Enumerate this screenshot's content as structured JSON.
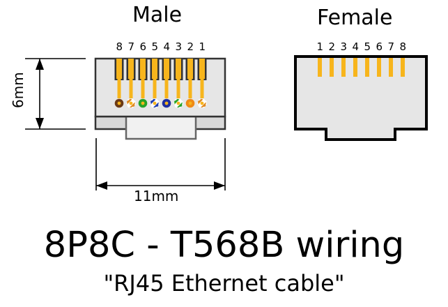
{
  "male": {
    "title": "Male",
    "pin_labels": [
      "8",
      "7",
      "6",
      "5",
      "4",
      "3",
      "2",
      "1"
    ],
    "height_label": "6mm",
    "width_label": "11mm",
    "wire_colors": [
      {
        "base": "#6b3a16",
        "stripe": null
      },
      {
        "base": "#ffffff",
        "stripe": "#e08a20"
      },
      {
        "base": "#27a327",
        "stripe": null
      },
      {
        "base": "#ffffff",
        "stripe": "#1f3fb0"
      },
      {
        "base": "#1f2f9e",
        "stripe": null
      },
      {
        "base": "#ffffff",
        "stripe": "#27a327"
      },
      {
        "base": "#f08a14",
        "stripe": null
      },
      {
        "base": "#ffffff",
        "stripe": "#e08a20"
      }
    ]
  },
  "female": {
    "title": "Female",
    "pin_labels": [
      "1",
      "2",
      "3",
      "4",
      "5",
      "6",
      "7",
      "8"
    ]
  },
  "title": "8P8C - T568B wiring",
  "subtitle": "\"RJ45 Ethernet cable\"",
  "colors": {
    "contact": "#f7b51c",
    "body_fill": "#e6e6e6",
    "outline": "#333333"
  }
}
